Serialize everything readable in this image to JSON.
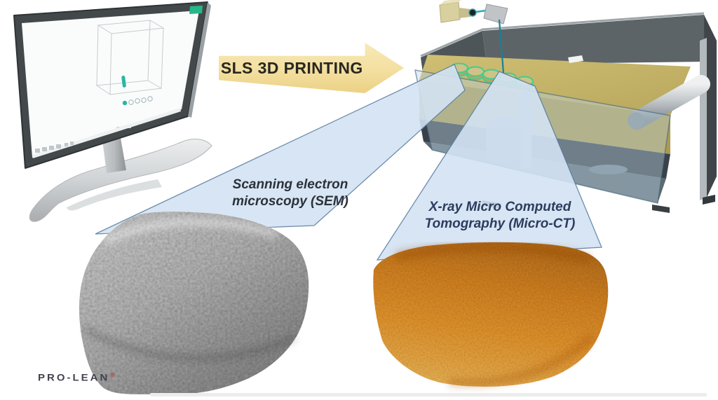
{
  "arrow": {
    "label": "SLS 3D PRINTING",
    "fill_color": "#f3dfa0",
    "text_color": "#29271f"
  },
  "sem": {
    "line1": "Scanning electron",
    "line2": "microscopy (SEM)"
  },
  "microct": {
    "line1": "X-ray Micro Computed",
    "line2": "Tomography (Micro-CT)"
  },
  "logo": {
    "text": "PRO-LEAN",
    "mark": "®",
    "mark_color": "#b03535"
  },
  "components": [
    "computer-monitor-with-cad-model",
    "sls-3d-printer-with-laser-scanner-and-powder-bed",
    "green-printed-parts-on-powder-bed",
    "recoater-roller",
    "magnifier-beam-to-sem-sample",
    "magnifier-beam-to-microct-sample",
    "gray-porous-sem-sample",
    "orange-porous-microct-sample"
  ],
  "colors": {
    "beam_fill": "#d3e2f3",
    "beam_border": "#567a9e",
    "powder_bed": "#c6b566",
    "printer_wall": "#5d6467",
    "laser_beam": "#2aa9b8",
    "printed_part_outline": "#3ecf8e",
    "sem_sample_gray": "#b5b5b5",
    "microct_sample_orange": "#ef9a2d",
    "cad_accent_teal": "#2ab5a5",
    "screen_badge_green": "#25b888"
  }
}
